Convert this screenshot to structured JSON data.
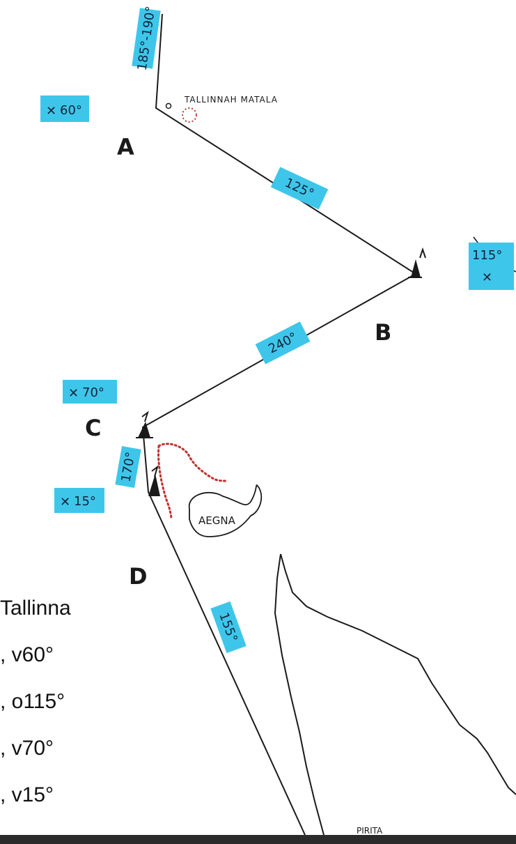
{
  "map": {
    "point_labels": {
      "a": "A",
      "b": "B",
      "c": "C",
      "d": "D"
    },
    "shoal_label": "TALLINNAH MATALA",
    "island_label": "AEGNA",
    "bottom_text": "PIRITA",
    "courses": {
      "top": "185°-190°",
      "ab": "125°",
      "bc": "240°",
      "cd": "170°",
      "d_south": "155°"
    },
    "bearings": {
      "a": "60°",
      "b": "115°",
      "c": "70°",
      "d": "15°"
    },
    "colors": {
      "highlight": "#3ec6ea",
      "ink": "#1a1a1a",
      "danger_dots": "#c0302a",
      "paper": "#ffffff"
    },
    "icons": [
      "lighthouse-icon",
      "bearing-compass-icon",
      "buoy-icon"
    ]
  },
  "caption": {
    "lines": [
      "Tallinna",
      ", v60°",
      ", o115°",
      ", v70°",
      ", v15°"
    ]
  }
}
